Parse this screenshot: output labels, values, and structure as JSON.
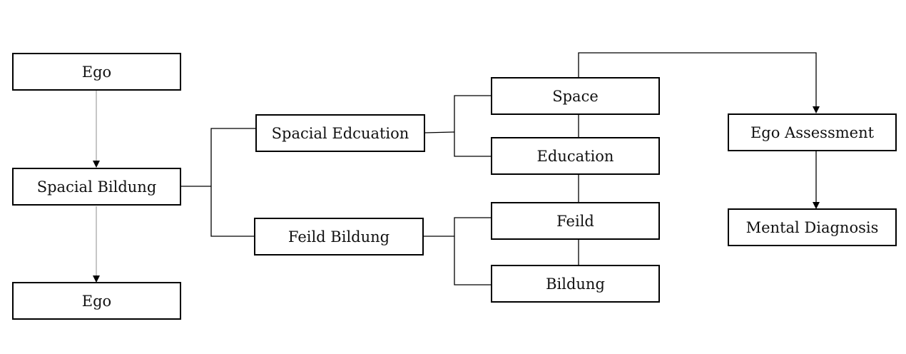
{
  "nodes": {
    "ego_top": "Ego",
    "spacial_bildung": "Spacial Bildung",
    "ego_bottom": "Ego",
    "spacial_edcuation": "Spacial Edcuation",
    "feild_bildung": "Feild Bildung",
    "space": "Space",
    "education": "Education",
    "feild": "Feild",
    "bildung": "Bildung",
    "ego_assessment": "Ego Assessment",
    "mental_diagnosis": "Mental Diagnosis"
  },
  "colors": {
    "border": "#000000",
    "line": "#000000",
    "faint_line": "#8c8c8c",
    "text": "#111111",
    "background": "#ffffff"
  }
}
